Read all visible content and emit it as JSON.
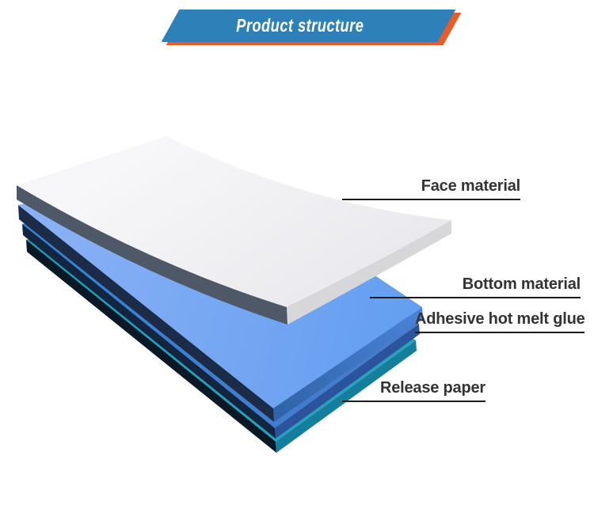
{
  "banner": {
    "title": "Product structure",
    "background_color": "#2e80b8",
    "shadow_color": "#ef5a24",
    "text_color": "#ffffff"
  },
  "figure": {
    "label_text_color": "#333333",
    "label_line_color": "#1c1c1c",
    "layers": [
      {
        "label": "Face material",
        "top_color": "#f2f2f4",
        "left_side_color": "#4e5866",
        "right_side_color": "#d7d7da"
      },
      {
        "label": "Bottom material",
        "top_color": "#7babf3",
        "left_side_color": "#1c2c47",
        "right_side_color": "#4a7fd5"
      },
      {
        "label": "Adhesive hot melt glue",
        "top_color": "#3c85d8",
        "left_side_color": "#152540",
        "right_side_color": "#2b549c"
      },
      {
        "label": "Release paper",
        "top_color": "#1f9fbe",
        "left_side_color": "#0b1826",
        "right_side_color": "#147f9c"
      }
    ]
  }
}
